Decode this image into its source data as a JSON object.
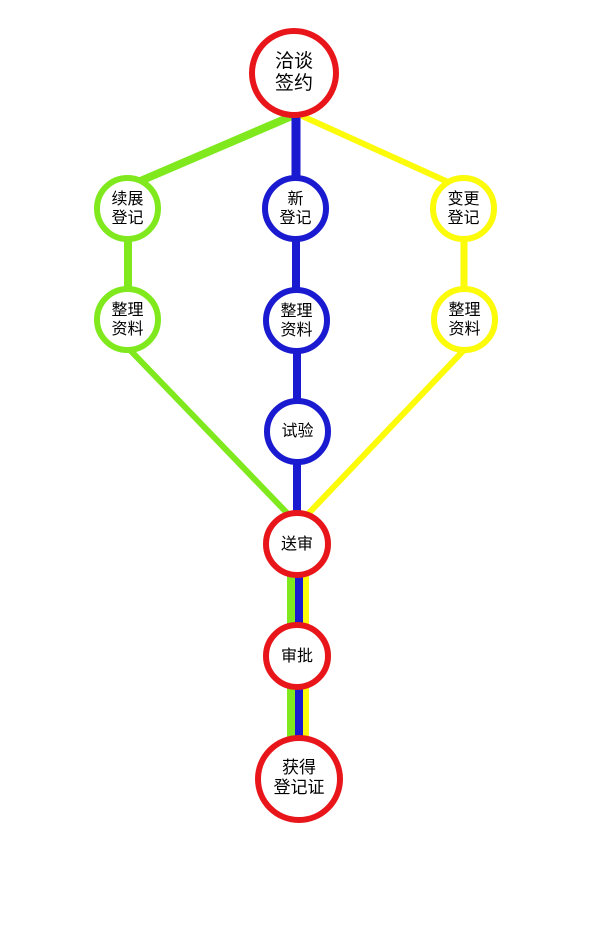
{
  "colors": {
    "red": "#e8161b",
    "green": "#7fe91e",
    "blue": "#1a1ad0",
    "yellow": "#fbfb0a"
  },
  "nodes": {
    "start": {
      "line1": "洽谈",
      "line2": "签约",
      "color": "red"
    },
    "renewal_register": {
      "line1": "续展",
      "line2": "登记",
      "color": "green"
    },
    "new_register": {
      "line1": "新",
      "line2": "登记",
      "color": "blue"
    },
    "change_register": {
      "line1": "变更",
      "line2": "登记",
      "color": "yellow"
    },
    "renewal_docs": {
      "line1": "整理",
      "line2": "资料",
      "color": "green"
    },
    "new_docs": {
      "line1": "整理",
      "line2": "资料",
      "color": "blue"
    },
    "change_docs": {
      "line1": "整理",
      "line2": "资料",
      "color": "yellow"
    },
    "test": {
      "line1": "试验",
      "color": "blue"
    },
    "submit": {
      "line1": "送审",
      "color": "red"
    },
    "approve": {
      "line1": "审批",
      "color": "red"
    },
    "certificate": {
      "line1": "获得",
      "line2": "登记证",
      "color": "red"
    }
  }
}
